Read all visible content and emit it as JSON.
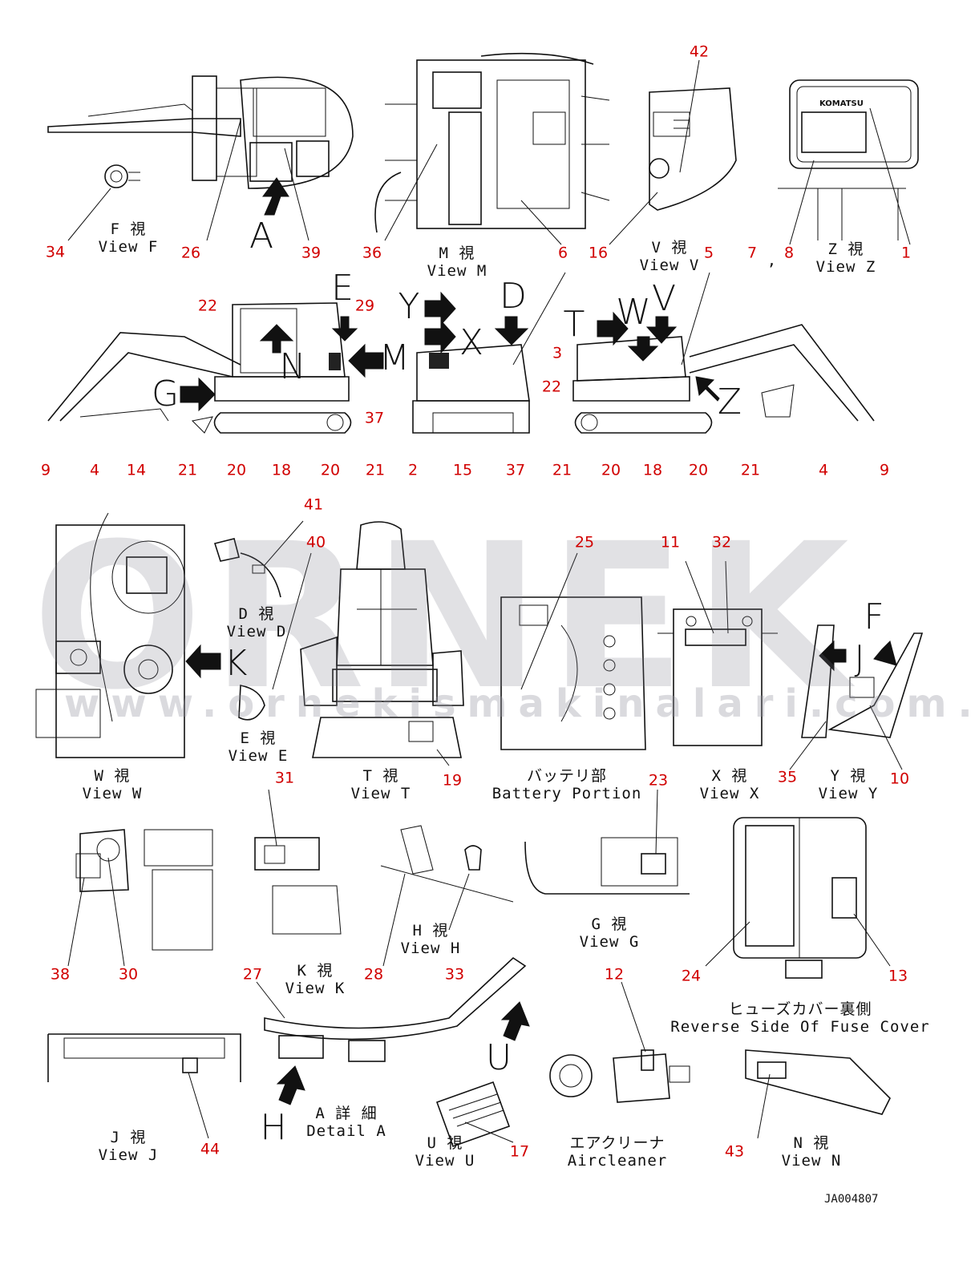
{
  "watermark": {
    "brand": "ORNEK",
    "url": "www.ornekismakinalari.com.tr"
  },
  "document_id": "JA004807",
  "view_captions": [
    {
      "id": "view-f",
      "jp": "F 視",
      "en": "View F"
    },
    {
      "id": "view-m",
      "jp": "M 視",
      "en": "View M"
    },
    {
      "id": "view-v",
      "jp": "V 視",
      "en": "View V"
    },
    {
      "id": "view-z",
      "jp": "Z 視",
      "en": "View Z"
    },
    {
      "id": "view-d",
      "jp": "D 視",
      "en": "View D"
    },
    {
      "id": "view-e",
      "jp": "E 視",
      "en": "View E"
    },
    {
      "id": "view-w",
      "jp": "W 視",
      "en": "View W"
    },
    {
      "id": "view-t",
      "jp": "T 視",
      "en": "View T"
    },
    {
      "id": "battery",
      "jp": "バッテリ部",
      "en": "Battery Portion"
    },
    {
      "id": "view-x",
      "jp": "X 視",
      "en": "View X"
    },
    {
      "id": "view-y",
      "jp": "Y 視",
      "en": "View Y"
    },
    {
      "id": "view-k",
      "jp": "K 視",
      "en": "View K"
    },
    {
      "id": "view-h",
      "jp": "H 視",
      "en": "View H"
    },
    {
      "id": "view-g",
      "jp": "G 視",
      "en": "View G"
    },
    {
      "id": "fuse-cover",
      "jp": "ヒューズカバー裏側",
      "en": "Reverse Side Of Fuse Cover"
    },
    {
      "id": "view-j",
      "jp": "J 視",
      "en": "View J"
    },
    {
      "id": "detail-a",
      "jp": "A 詳 細",
      "en": "Detail A"
    },
    {
      "id": "view-u",
      "jp": "U 視",
      "en": "View U"
    },
    {
      "id": "aircleaner",
      "jp": "エアクリーナ",
      "en": "Aircleaner"
    },
    {
      "id": "view-n",
      "jp": "N 視",
      "en": "View N"
    }
  ],
  "view_letters": [
    "A",
    "E",
    "N",
    "M",
    "G",
    "Y",
    "X",
    "D",
    "T",
    "W",
    "V",
    "Z",
    "K",
    "F",
    "J",
    "H",
    "U"
  ],
  "callouts": [
    "42",
    "34",
    "26",
    "39",
    "36",
    "6",
    "16",
    "5",
    "7",
    "8",
    "1",
    "22",
    "29",
    "3",
    "22",
    "37",
    "9",
    "4",
    "14",
    "21",
    "20",
    "18",
    "20",
    "21",
    "2",
    "15",
    "37",
    "21",
    "20",
    "18",
    "20",
    "21",
    "4",
    "9",
    "41",
    "40",
    "25",
    "11",
    "32",
    "31",
    "19",
    "23",
    "35",
    "10",
    "38",
    "30",
    "28",
    "33",
    "24",
    "13",
    "27",
    "12",
    "44",
    "17",
    "43"
  ],
  "stray_mark": ","
}
